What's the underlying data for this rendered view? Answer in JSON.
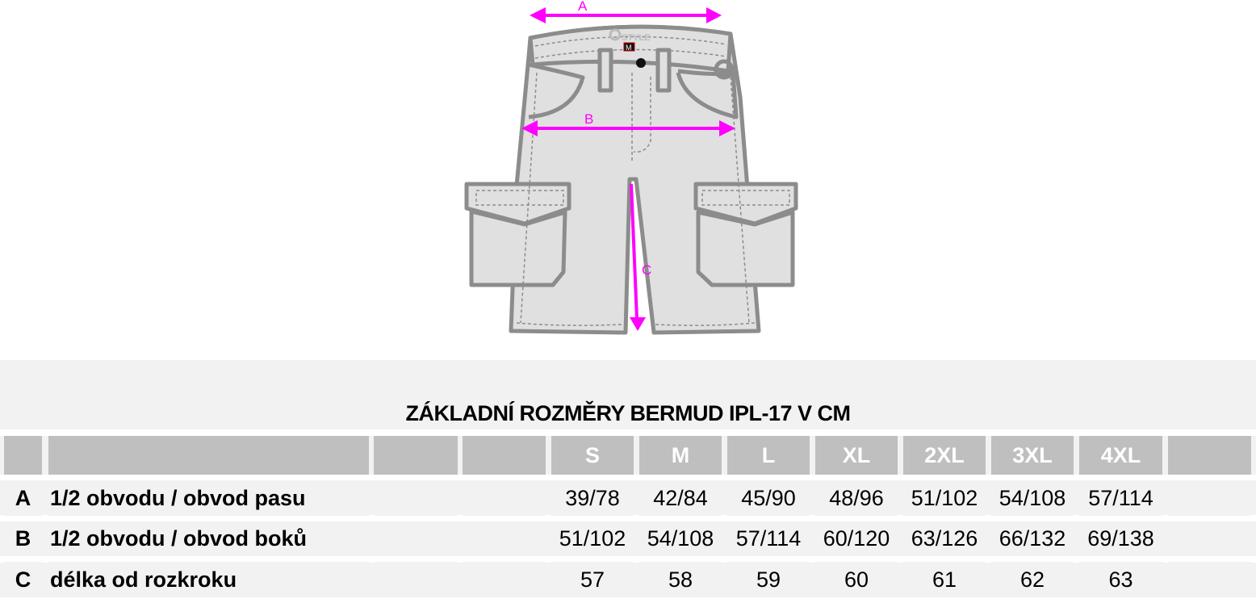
{
  "diagram": {
    "labels": {
      "a": "A",
      "b": "B",
      "c": "C"
    },
    "logo_text": "STYLE",
    "size_tag": "M",
    "arrow_color": "#ff00ff",
    "outline_color": "#8c8c8c",
    "fill_color": "#e0e0e0"
  },
  "table": {
    "title": "ZÁKLADNÍ ROZMĚRY  BERMUD IPL-17  V CM",
    "sizes": [
      "S",
      "M",
      "L",
      "XL",
      "2XL",
      "3XL",
      "4XL"
    ],
    "rows": [
      {
        "letter": "A",
        "label": "1/2 obvodu / obvod pasu",
        "values": [
          "39/78",
          "42/84",
          "45/90",
          "48/96",
          "51/102",
          "54/108",
          "57/114"
        ]
      },
      {
        "letter": "B",
        "label": "1/2 obvodu / obvod boků",
        "values": [
          "51/102",
          "54/108",
          "57/114",
          "60/120",
          "63/126",
          "66/132",
          "69/138"
        ]
      },
      {
        "letter": "C",
        "label": "délka od rozkroku",
        "values": [
          "57",
          "58",
          "59",
          "60",
          "61",
          "62",
          "63"
        ]
      }
    ]
  }
}
